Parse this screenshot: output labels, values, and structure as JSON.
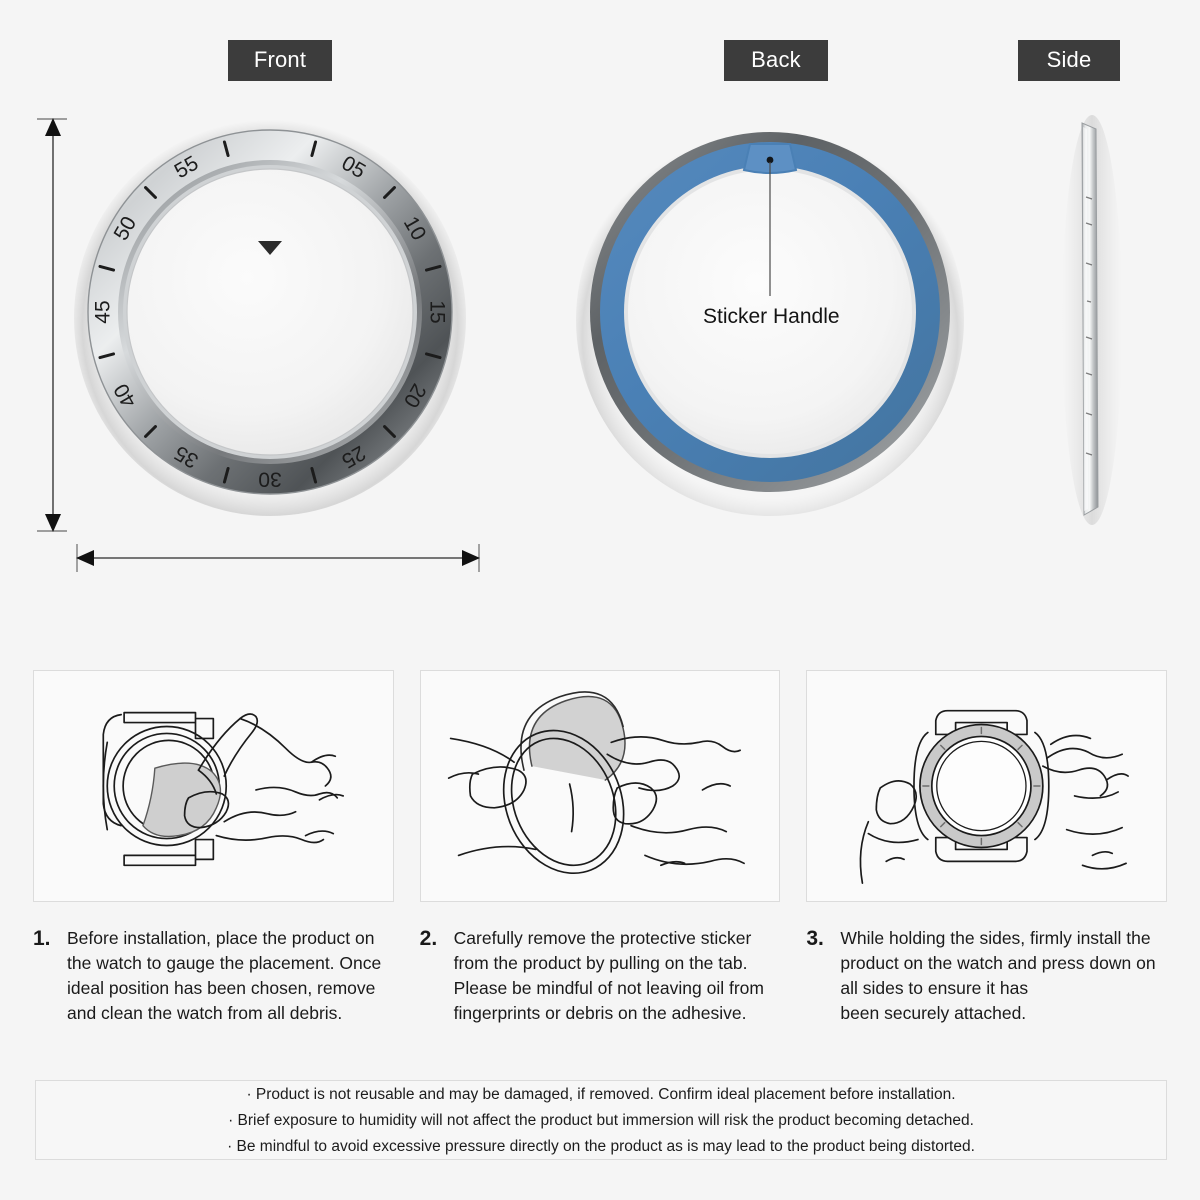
{
  "views": {
    "front": {
      "label": "Front"
    },
    "back": {
      "label": "Back"
    },
    "side": {
      "label": "Side"
    }
  },
  "callout": {
    "sticker_handle": "Sticker Handle"
  },
  "bezel": {
    "marks": [
      "05",
      "10",
      "15",
      "20",
      "25",
      "30",
      "35",
      "40",
      "45",
      "50",
      "55"
    ],
    "index_marker": "triangle",
    "metal_color": "#b9bcbe",
    "metal_dark": "#6e7275",
    "engrave_color": "#1c1c1c"
  },
  "adhesive": {
    "color": "#4a80b5",
    "rim_color": "#7a7e80"
  },
  "dimensions": {
    "vertical_arrow": "double-headed",
    "horizontal_arrow": "double-headed"
  },
  "steps": [
    {
      "number": "1.",
      "text": "Before installation, place the product on the watch to gauge the placement. Once ideal position has been chosen, remove and clean the watch from all debris.",
      "figure": "watch-cleaning-cloth"
    },
    {
      "number": "2.",
      "text": "Carefully remove the protective sticker from the product by pulling on the tab. Please be mindful of not leaving oil from fingerprints or debris on the adhesive.",
      "figure": "peeling-sticker-from-ring"
    },
    {
      "number": "3.",
      "text": "While holding the sides, firmly install the product on the watch and press down on all sides to ensure it has\nbeen securely attached.",
      "figure": "pressing-bezel-onto-watch"
    }
  ],
  "notes": [
    "· Product is not reusable and may be damaged, if removed. Confirm ideal placement before installation.",
    "· Brief exposure to humidity will not affect the product but immersion will risk the product becoming detached.",
    "· Be mindful to avoid excessive pressure directly on the product as is may lead to the product being distorted."
  ]
}
